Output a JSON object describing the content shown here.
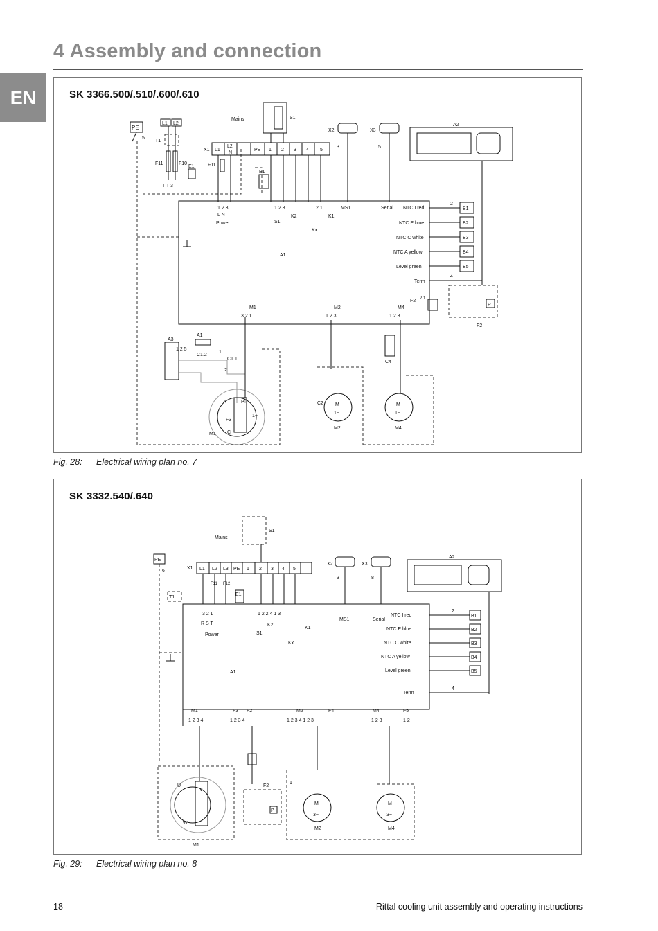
{
  "page": {
    "chapter_title": "4 Assembly and connection",
    "language_tab": "EN",
    "page_number": "18",
    "footer_text": "Rittal cooling unit assembly and operating instructions"
  },
  "figure1": {
    "title": "SK 3366.500/.510/.600/.610",
    "caption_number": "Fig. 28:",
    "caption_text": "Electrical wiring plan no. 7",
    "labels": {
      "pe": "PE",
      "pe_num": "5",
      "l1": "L1",
      "l2": "L2",
      "t1": "T1",
      "f11": "F11",
      "f10": "F10",
      "e1": "E1",
      "t_terms": "T  T  3",
      "mains": "Mains",
      "s1": "S1",
      "x1": "X1",
      "x1_l1": "L1",
      "x1_l2": "L2",
      "x1_n": "N",
      "x1_pe": "PE",
      "x1_1": "1",
      "x1_2": "2",
      "x1_3": "3",
      "x1_4": "4",
      "x1_5": "5",
      "x2": "X2",
      "x3": "X3",
      "x2_num": "3",
      "x3_num": "5",
      "a2": "A2",
      "power_pins": "1  2  3",
      "power_sub": "L    N",
      "power": "Power",
      "s1_pins": "1  2  3",
      "s1_bottom": "S1",
      "k2": "K2",
      "k1": "K1",
      "kx": "Kx",
      "k_pins": "2  1",
      "ms1": "MS1",
      "serial": "Serial",
      "a1": "A1",
      "ntc1": "NTC I red",
      "ntc2": "NTC E blue",
      "ntc3": "NTC C white",
      "ntc4": "NTC A yellow",
      "level": "Level green",
      "term": "Term",
      "b1": "B1",
      "b2": "B2",
      "b3": "B3",
      "b4": "B4",
      "b5": "B5",
      "n2": "2",
      "n4": "4",
      "f2": "F2",
      "f2_pins": "2  1",
      "p": "P",
      "f2_bottom": "F2",
      "m1": "M1",
      "m2": "M2",
      "m4": "M4",
      "m_pins": "3  2  1",
      "m2_pins": "1  2  3",
      "m4_pins": "1  2  3",
      "c4": "C4",
      "a3": "A3",
      "a3_pins": "1  2  5",
      "a1_small": "A1",
      "c12": "C1.2",
      "c11": "C1.1",
      "c1_1": "1",
      "c1_2": "2",
      "motor_a": "A",
      "motor_p": "P",
      "motor_f3": "F3",
      "motor_c": "C",
      "motor_1": "1~",
      "m": "M",
      "one_phase": "1~",
      "c2": "C2",
      "m1_bottom": "M1",
      "m2_bottom": "M2",
      "m4_bottom": "M4"
    }
  },
  "figure2": {
    "title": "SK 3332.540/.640",
    "caption_number": "Fig. 29:",
    "caption_text": "Electrical wiring plan no. 8",
    "labels": {
      "pe": "PE",
      "pe_num": "6",
      "mains": "Mains",
      "s1": "S1",
      "x1": "X1",
      "x1_l1": "L1",
      "x1_l2": "L2",
      "x1_l3": "L3",
      "x1_pe": "PE",
      "x1_1": "1",
      "x1_2": "2",
      "x1_3": "3",
      "x1_4": "4",
      "x1_5": "5",
      "x2": "X2",
      "x3": "X3",
      "x2_num": "3",
      "x3_num": "8",
      "a2": "A2",
      "t1": "T1",
      "f11": "F11",
      "f12": "F12",
      "e1": "E1",
      "power_pins": "3  2  1",
      "rst": "R   S   T",
      "power": "Power",
      "s1_pins": "1  2  2  4  1  3",
      "k2": "K2",
      "k1": "K1",
      "s1_bottom": "S1",
      "kx": "Kx",
      "ms1": "MS1",
      "serial": "Serial",
      "a1": "A1",
      "ntc1": "NTC I red",
      "ntc2": "NTC E blue",
      "ntc3": "NTC C white",
      "ntc4": "NTC A yellow",
      "level": "Level green",
      "term": "Term",
      "b1": "B1",
      "b2": "B2",
      "b3": "B3",
      "b4": "B4",
      "b5": "B5",
      "n2": "2",
      "n4": "4",
      "m1": "M1",
      "f3": "F3",
      "f2": "F2",
      "m2": "M2",
      "f4": "F4",
      "m4": "M4",
      "f5": "F5",
      "m1_pins": "1  2  3  4",
      "f3f2_pins": "1  2  3  4",
      "m2_pins": "1  2  3  4  1  2  3",
      "m4_pins": "1  2  3",
      "f5_pins": "1  2",
      "motor_u": "U",
      "motor_v": "V",
      "motor_w": "W",
      "m": "M",
      "three_phase": "3~",
      "p": "P",
      "f2_box": "F2",
      "one": "1",
      "m1_bottom": "M1",
      "m2_bottom": "M2",
      "m4_bottom": "M4"
    }
  }
}
